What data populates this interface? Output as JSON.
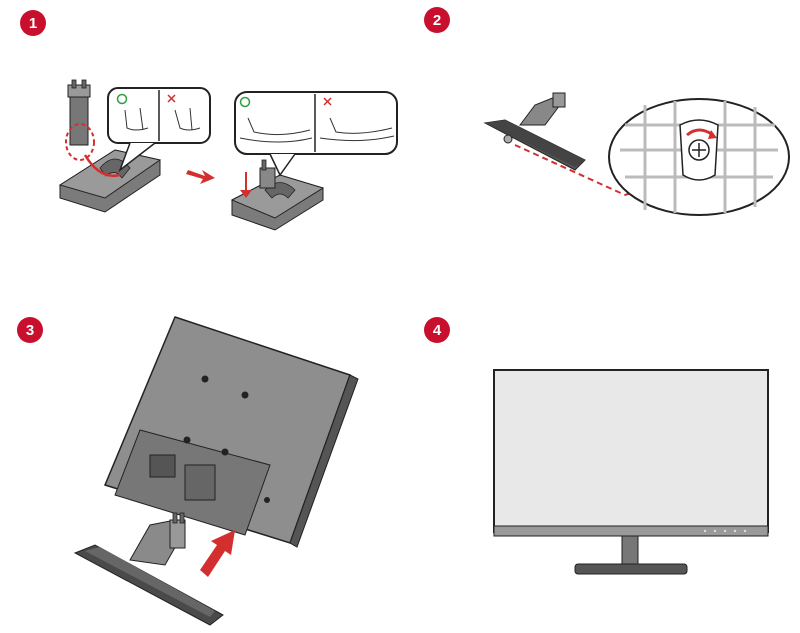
{
  "steps": [
    {
      "number": "1"
    },
    {
      "number": "2"
    },
    {
      "number": "3"
    },
    {
      "number": "4"
    }
  ],
  "colors": {
    "badge": "#c8102e",
    "accent_red": "#d32f2f",
    "check_green": "#2e9e3f",
    "dark_gray": "#555555",
    "mid_gray": "#8a8a8a",
    "light_gray": "#c9c9c9",
    "screen": "#e8e8e8",
    "outline": "#222222"
  },
  "icons": [
    "correct-circle-icon",
    "incorrect-x-icon",
    "rotate-arrow-icon",
    "push-arrow-icon",
    "down-arrow-icon"
  ]
}
